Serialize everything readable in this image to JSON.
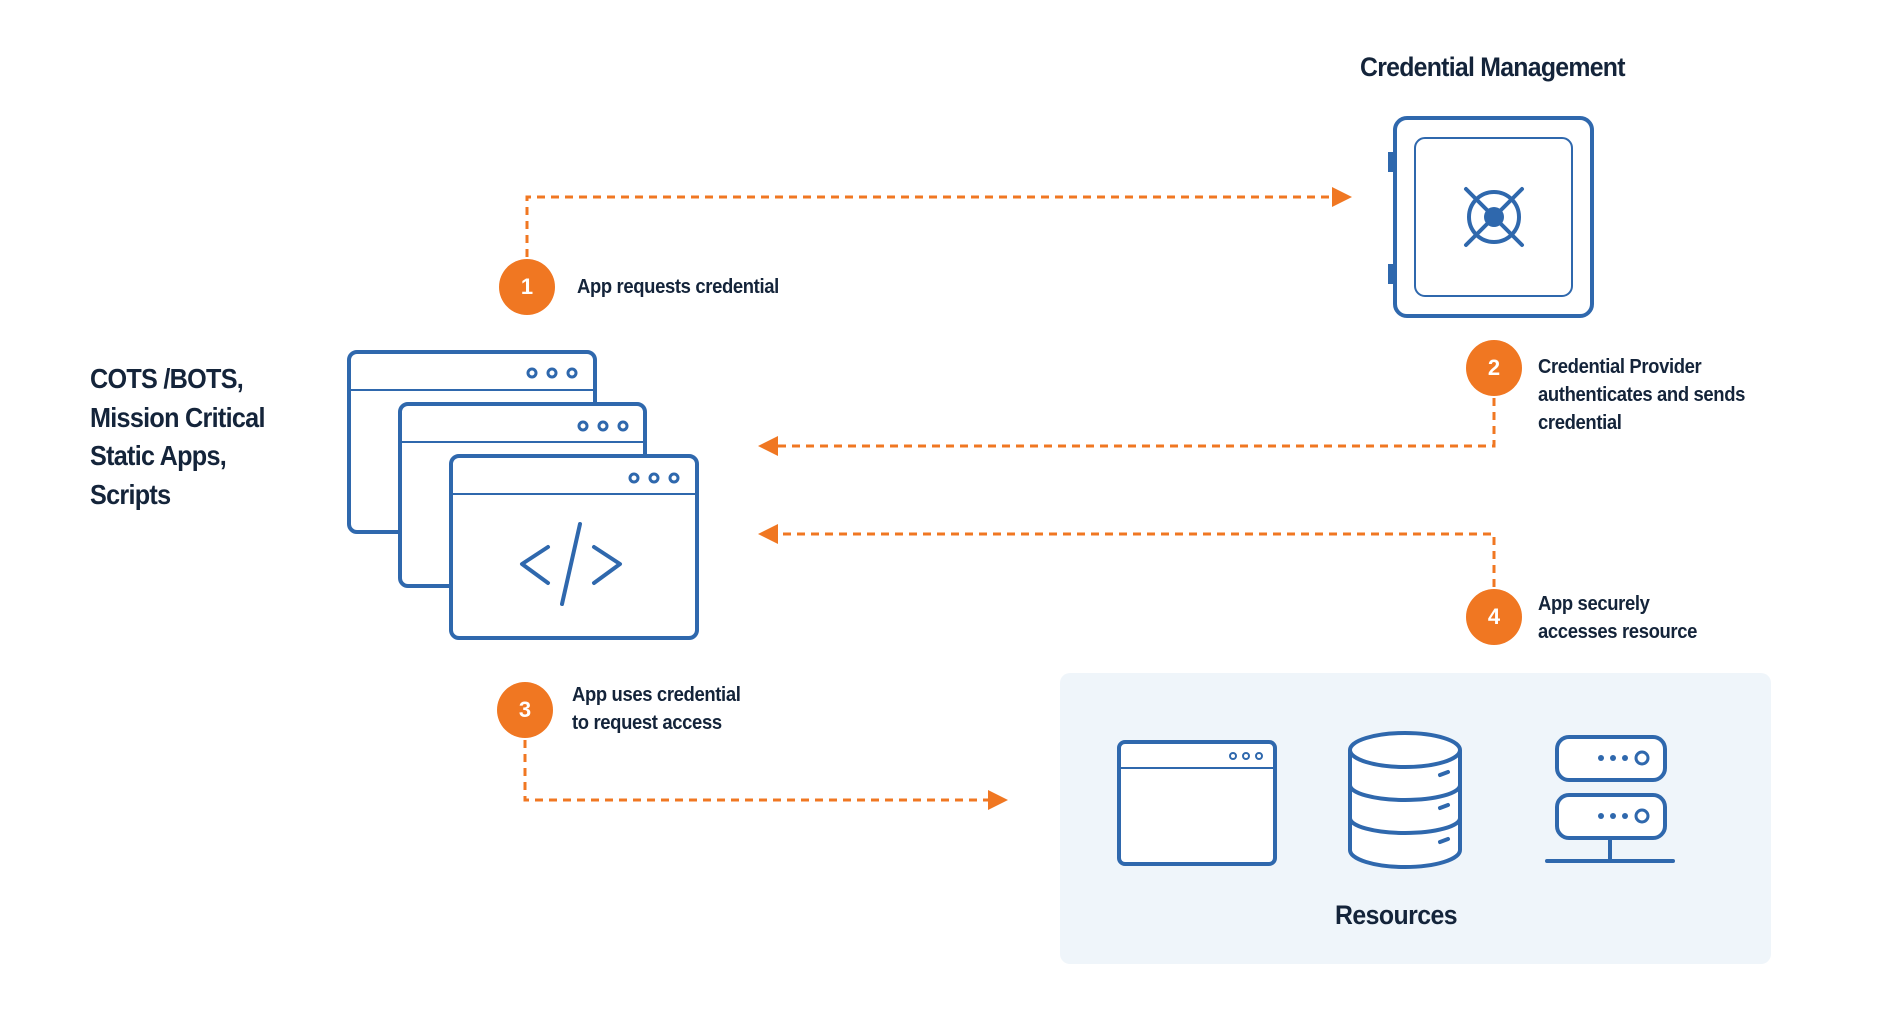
{
  "colors": {
    "accent_orange": "#f07722",
    "icon_blue": "#2f68ad",
    "text_dark": "#14243a",
    "panel_bg": "#eff5fa"
  },
  "credential_management": {
    "title": "Credential Management",
    "icon": "safe-icon"
  },
  "apps": {
    "label_lines": [
      "COTS /BOTS,",
      "Mission Critical",
      "Static Apps,",
      "Scripts"
    ],
    "icon": "stacked-app-windows-code-icon"
  },
  "steps": [
    {
      "number": "1",
      "lines": [
        "App requests credential"
      ]
    },
    {
      "number": "2",
      "lines": [
        "Credential Provider",
        "authenticates and sends",
        "credential"
      ]
    },
    {
      "number": "3",
      "lines": [
        "App uses credential",
        "to request access"
      ]
    },
    {
      "number": "4",
      "lines": [
        "App securely",
        "accesses resource"
      ]
    }
  ],
  "resources": {
    "label": "Resources",
    "icons": [
      "app-window-icon",
      "database-icon",
      "server-icon"
    ]
  }
}
